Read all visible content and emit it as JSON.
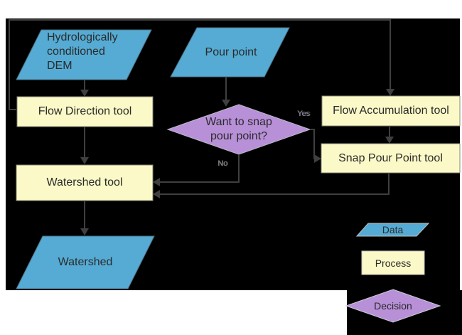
{
  "diagram": {
    "colors": {
      "page_background": "#ffffff",
      "canvas_background": "#000000",
      "data_fill": "#55abd4",
      "process_fill": "#fbf9c7",
      "decision_fill": "#b890d8",
      "connector": "#3f3f3f",
      "node_text": "#2b2b2b",
      "edge_label_text": "#7a7ab8"
    },
    "nodes": {
      "dem": {
        "type": "data",
        "label": "Hydrologically conditioned DEM",
        "lines": [
          "Hydrologically",
          "conditioned",
          "DEM"
        ]
      },
      "pour_point": {
        "type": "data",
        "label": "Pour point"
      },
      "flow_direction": {
        "type": "process",
        "label": "Flow Direction tool"
      },
      "flow_accumulation": {
        "type": "process",
        "label": "Flow Accumulation tool"
      },
      "decision": {
        "type": "decision",
        "label": "Want to snap pour point?",
        "lines": [
          "Want to snap",
          "pour point?"
        ]
      },
      "snap_pour_point": {
        "type": "process",
        "label": "Snap Pour Point tool"
      },
      "watershed_tool": {
        "type": "process",
        "label": "Watershed tool"
      },
      "watershed": {
        "type": "data",
        "label": "Watershed"
      }
    },
    "edge_labels": {
      "yes": "Yes",
      "no": "No"
    },
    "edges": [
      {
        "from": "dem",
        "to": "flow_direction"
      },
      {
        "from": "pour_point",
        "to": "decision"
      },
      {
        "from": "flow_direction",
        "to": "flow_accumulation"
      },
      {
        "from": "flow_direction",
        "to": "watershed_tool"
      },
      {
        "from": "flow_accumulation",
        "to": "snap_pour_point"
      },
      {
        "from": "decision",
        "to": "snap_pour_point",
        "label": "Yes"
      },
      {
        "from": "decision",
        "to": "watershed_tool",
        "label": "No"
      },
      {
        "from": "snap_pour_point",
        "to": "watershed_tool"
      },
      {
        "from": "watershed_tool",
        "to": "watershed"
      }
    ],
    "legend": {
      "data": {
        "label": "Data"
      },
      "process": {
        "label": "Process"
      },
      "decision": {
        "label": "Decision"
      }
    }
  }
}
